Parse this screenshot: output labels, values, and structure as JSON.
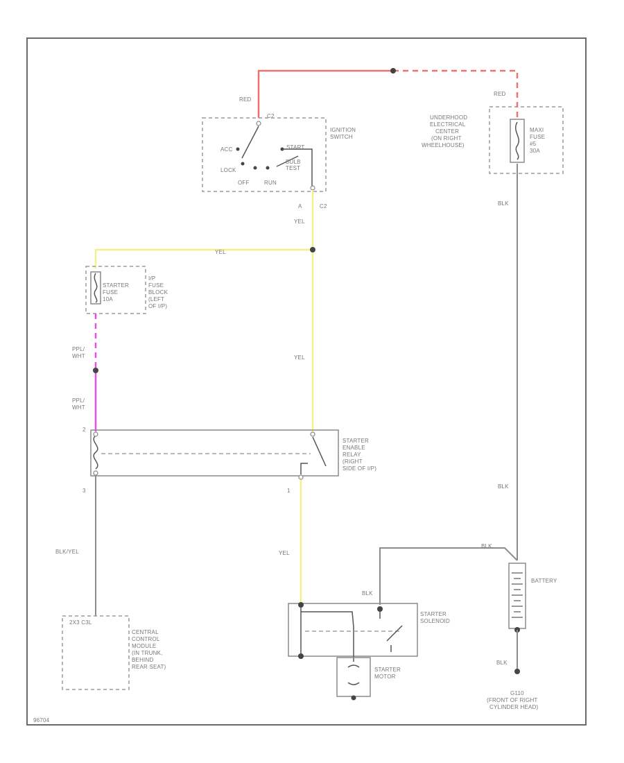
{
  "colors": {
    "red": "#f07070",
    "yellow": "#f2f28a",
    "pink": "#e64fe6",
    "gray": "#8c8c8c"
  },
  "labels": {
    "red_top": "RED",
    "red_right": "RED",
    "c2_top": "C2",
    "ignition_switch": [
      "IGNITION",
      "SWITCH"
    ],
    "acc": "ACC",
    "start": "START",
    "lock": "LOCK",
    "bulb_test": [
      "BULB",
      "TEST"
    ],
    "off": "OFF",
    "run": "RUN",
    "pin_a": "A",
    "c2_bottom": "C2",
    "yel_1": "YEL",
    "yel_2": "YEL",
    "yel_3": "YEL",
    "yel_4": "YEL",
    "underhood": [
      "UNDERHOOD",
      "ELECTRICAL",
      "CENTER",
      "(ON RIGHT",
      "WHEELHOUSE)"
    ],
    "fuse_bfuse": [
      "MAXI",
      "FUSE",
      "#5",
      "30A"
    ],
    "blk_1": "BLK",
    "blk_2": "BLK",
    "blk_3": "BLK",
    "blk_4": "BLK",
    "blk_5": "BLK",
    "starter_fuse": [
      "STARTER",
      "FUSE",
      "10A"
    ],
    "fuse_block": [
      "I/P",
      "FUSE",
      "BLOCK",
      "(LEFT",
      "OF I/P)"
    ],
    "ppl_wht_1": [
      "PPL/",
      "WHT"
    ],
    "ppl_wht_2": [
      "PPL/",
      "WHT"
    ],
    "pin_2": "2",
    "pin_3": "3",
    "pin_1": "1",
    "starter_enable_relay": [
      "STARTER",
      "ENABLE",
      "RELAY",
      "(RIGHT",
      "SIDE OF I/P)"
    ],
    "blk_yel": "BLK/YEL",
    "pcm_pins": "2X3  C3L",
    "central_control_module": [
      "CENTRAL",
      "CONTROL",
      "MODULE",
      "(IN TRUNK,",
      "BEHIND",
      "REAR SEAT)"
    ],
    "battery": "BATTERY",
    "starter_solenoid": [
      "STARTER",
      "SOLENOID"
    ],
    "starter_motor": [
      "STARTER",
      "MOTOR"
    ],
    "ground": [
      "G110",
      "(FRONT OF RIGHT",
      "CYLINDER HEAD)"
    ],
    "figure_id": "96704"
  }
}
